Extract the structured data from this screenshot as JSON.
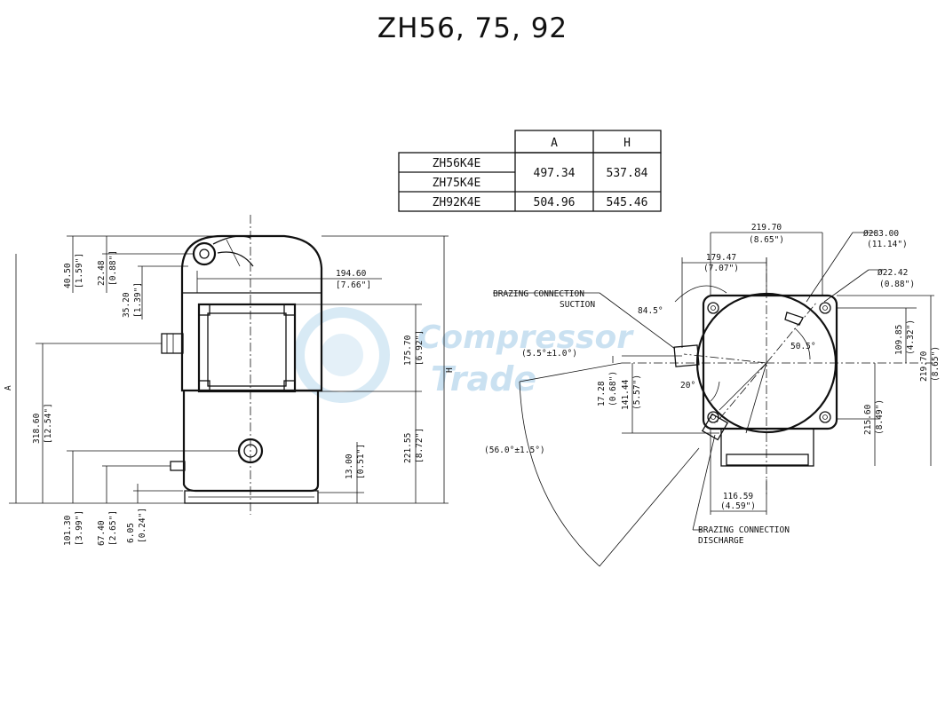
{
  "title": "ZH56, 75, 92",
  "table": {
    "headers": [
      "A",
      "H"
    ],
    "rows": [
      {
        "model": "ZH56K4E",
        "A": "497.34",
        "H": "537.84"
      },
      {
        "model": "ZH75K4E"
      },
      {
        "model": "ZH92K4E",
        "A": "504.96",
        "H": "545.46"
      }
    ]
  },
  "side_view": {
    "axis_A": "A",
    "axis_H": "H",
    "dims": {
      "d40_50": "40.50",
      "d40_50_in": "[1.59\"]",
      "d22_48": "22.48",
      "d22_48_in": "[0.88\"]",
      "d35_20": "35.20",
      "d35_20_in": "[1.39\"]",
      "d194_60": "194.60",
      "d194_60_in": "[7.66\"]",
      "d175_70": "175.70",
      "d175_70_in": "[6.92\"]",
      "d318_60": "318.60",
      "d318_60_in": "[12.54\"]",
      "d221_55": "221.55",
      "d221_55_in": "[8.72\"]",
      "d13_00": "13.00",
      "d13_00_in": "[0.51\"]",
      "d101_30": "101.30",
      "d101_30_in": "[3.99\"]",
      "d67_40": "67.40",
      "d67_40_in": "[2.65\"]",
      "d6_05": "6.05",
      "d6_05_in": "[0.24\"]"
    }
  },
  "top_view": {
    "dims": {
      "d219_70_top": "219.70",
      "d219_70_top_in": "(8.65\")",
      "d179_47": "179.47",
      "d179_47_in": "(7.07\")",
      "dia283": "Ø283.00",
      "dia283_in": "(11.14\")",
      "dia22": "Ø22.42",
      "dia22_in": "(0.88\")",
      "d109_85": "109.85",
      "d109_85_in": "(4.32\")",
      "d219_70_right": "219.70",
      "d219_70_right_in": "(8.65\")",
      "d215_60": "215.60",
      "d215_60_in": "(8.49\")",
      "d17_28": "17.28",
      "d17_28_in": "(0.68\")",
      "d141_44": "141.44",
      "d141_44_in": "(5.57\")",
      "d116_59": "116.59",
      "d116_59_in": "(4.59\")"
    },
    "angles": {
      "a84_5": "84.5°",
      "a50_5": "50.5°",
      "a20": "20°",
      "a5_5": "(5.5°±1.0°)",
      "a56": "(56.0°±1.5°)"
    },
    "labels": {
      "suction_1": "BRAZING CONNECTION",
      "suction_2": "SUCTION",
      "discharge_1": "BRAZING CONNECTION",
      "discharge_2": "DISCHARGE"
    }
  },
  "watermark": {
    "line1": "Compressor",
    "line2": "Trade"
  },
  "colors": {
    "line": "#111111",
    "watermark": "#9fc9e6"
  }
}
